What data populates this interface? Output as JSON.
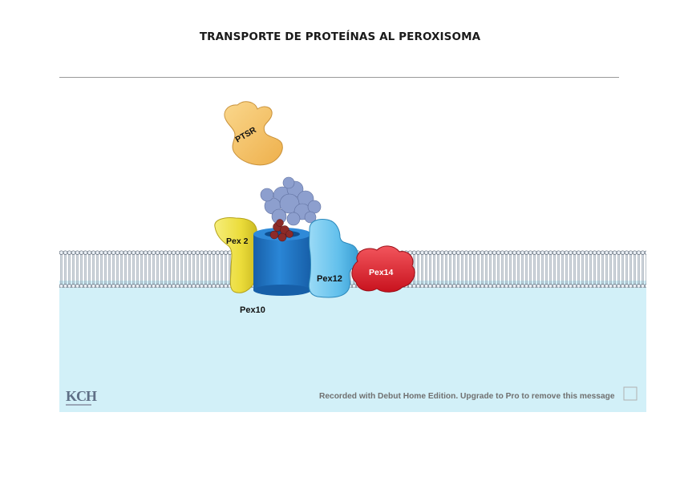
{
  "title": "TRANSPORTE DE PROTEÍNAS AL PEROXISOMA",
  "labels": {
    "ptsr": "PTSR",
    "pex2": "Pex 2",
    "pex10": "Pex10",
    "pex12": "Pex12",
    "pex14": "Pex14"
  },
  "watermark": "Recorded with Debut Home Edition. Upgrade to Pro to remove this message",
  "logo": "KCH",
  "colors": {
    "lumen": "#d2f0f8",
    "ptsr": "#f4c56a",
    "pex2": "#efe24a",
    "pex12": "#6cc5ee",
    "pex14": "#e01e2a",
    "channel": "#1f74c7",
    "cargo": "#8d9fce"
  }
}
